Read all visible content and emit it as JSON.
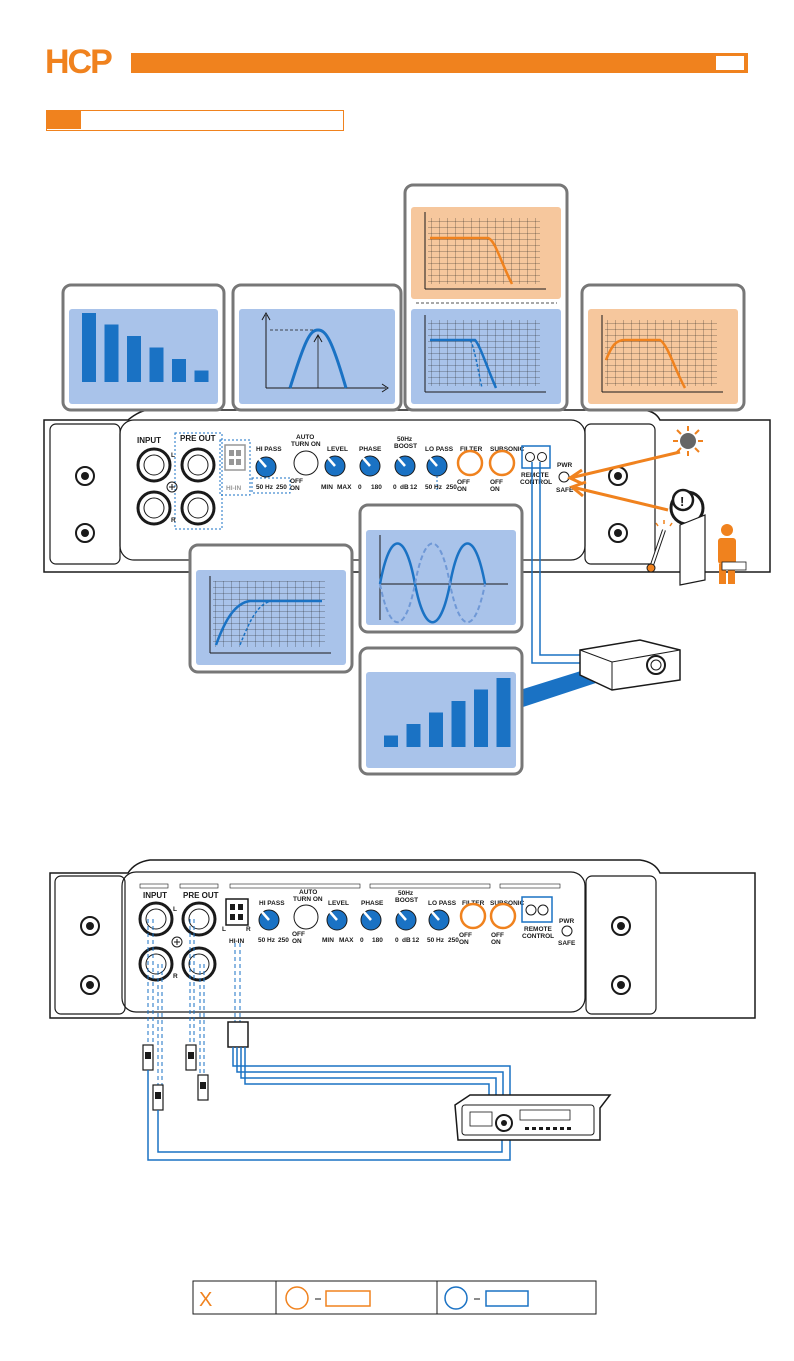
{
  "header": {
    "logo": "HCP",
    "page_number": "",
    "section_title": ""
  },
  "colors": {
    "orange": "#f0821e",
    "blue": "#1a72c4",
    "panel_blue": "#a9c3ea",
    "panel_orange": "#f6c79d",
    "dark": "#1a1a1a"
  },
  "panel_labels": {
    "input": "INPUT",
    "pre_out": "PRE OUT",
    "left": "L",
    "right": "R",
    "hi_pass": "HI PASS",
    "hi_pass_scale": [
      "50",
      "Hz",
      "250"
    ],
    "auto_turn_on_1": "AUTO",
    "auto_turn_on_2": "TURN ON",
    "off": "OFF",
    "on": "ON",
    "level": "LEVEL",
    "min": "MIN",
    "max": "MAX",
    "phase": "PHASE",
    "phase_0": "0",
    "phase_180": "180",
    "boost_1": "50Hz",
    "boost_2": "BOOST",
    "boost_scale": [
      "0",
      "dB",
      "12"
    ],
    "lo_pass": "LO PASS",
    "lo_pass_scale": [
      "50",
      "Hz",
      "250"
    ],
    "filter": "FILTER",
    "subsonic": "SUBSONIC",
    "remote_1": "REMOTE",
    "remote_2": "CONTROL",
    "pwr": "PWR",
    "safe": "SAFE",
    "hi_in": "HI-IN"
  },
  "icons": {
    "sun": "sun-icon",
    "warning": "warning-icon",
    "thermometer": "thermometer-icon",
    "technician": "technician-icon",
    "remote_knob": "remote-level-knob-icon",
    "head_unit": "car-radio-icon",
    "rca_plug": "rca-plug-icon"
  },
  "legend": {
    "col1_symbol": "X",
    "col2_text": "",
    "col3_text": ""
  },
  "chart_data": [
    {
      "type": "bar",
      "title": "",
      "values": [
        6,
        5,
        4,
        3,
        2,
        1
      ]
    },
    {
      "type": "bar",
      "title": "",
      "values": [
        1,
        2,
        3,
        4,
        5,
        6
      ]
    }
  ]
}
